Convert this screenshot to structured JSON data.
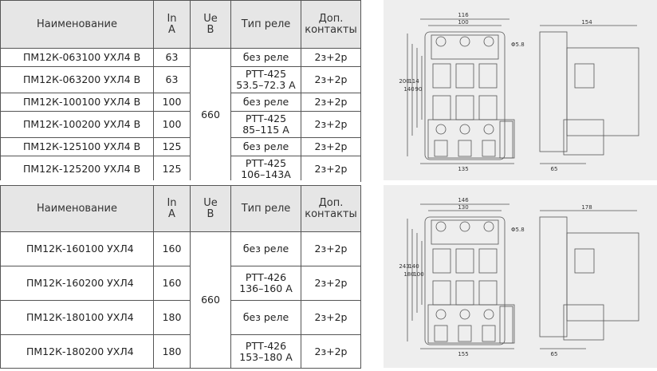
{
  "table1": {
    "headers": {
      "name": "Наименование",
      "in": "In\nA",
      "ue": "Ue\nB",
      "relay": "Тип реле",
      "contacts": "Доп.\nконтакты"
    },
    "ue_value": "660",
    "rows": [
      {
        "name": "ПМ12К-063100 УХЛ4 В",
        "in": "63",
        "relay": "без реле",
        "contacts": "2з+2р"
      },
      {
        "name": "ПМ12К-063200 УХЛ4 В",
        "in": "63",
        "relay": "РТТ-425\n53.5–72.3 А",
        "contacts": "2з+2р"
      },
      {
        "name": "ПМ12К-100100 УХЛ4 В",
        "in": "100",
        "relay": "без реле",
        "contacts": "2з+2р"
      },
      {
        "name": "ПМ12К-100200 УХЛ4 В",
        "in": "100",
        "relay": "РТТ-425\n85–115 А",
        "contacts": "2з+2р"
      },
      {
        "name": "ПМ12К-125100 УХЛ4 В",
        "in": "125",
        "relay": "без реле",
        "contacts": "2з+2р"
      },
      {
        "name": "ПМ12К-125200 УХЛ4 В",
        "in": "125",
        "relay": "РТТ-425\n106–143А",
        "contacts": "2з+2р"
      }
    ]
  },
  "table2": {
    "headers": {
      "name": "Наименование",
      "in": "In\nA",
      "ue": "Ue\nB",
      "relay": "Тип реле",
      "contacts": "Доп.\nконтакты"
    },
    "ue_value": "660",
    "rows": [
      {
        "name": "ПМ12К-160100 УХЛ4",
        "in": "160",
        "relay": "без реле",
        "contacts": "2з+2р"
      },
      {
        "name": "ПМ12К-160200 УХЛ4",
        "in": "160",
        "relay": "РТТ-426\n136–160 А",
        "contacts": "2з+2р"
      },
      {
        "name": "ПМ12К-180100 УХЛ4",
        "in": "180",
        "relay": "без реле",
        "contacts": "2з+2р"
      },
      {
        "name": "ПМ12К-180200 УХЛ4",
        "in": "180",
        "relay": "РТТ-426\n153–180 А",
        "contacts": "2з+2р"
      }
    ]
  },
  "drawing1": {
    "dims": {
      "top_outer": "116",
      "top_inner": "100",
      "side_top": "154",
      "bottom_front": "135",
      "bottom_side": "65",
      "h1": "200",
      "h2": "140",
      "h3": "114",
      "h4": "90",
      "hole": "Φ5.8"
    }
  },
  "drawing2": {
    "dims": {
      "top_outer": "146",
      "top_inner": "130",
      "side_top": "178",
      "bottom_front": "155",
      "bottom_side": "65",
      "h1": "243",
      "h2": "180",
      "h3": "140",
      "h4": "100",
      "hole": "Φ5.8"
    }
  },
  "colors": {
    "header_bg": "#e6e6e6",
    "drawing_bg": "#eeeeee",
    "line": "#555555"
  }
}
